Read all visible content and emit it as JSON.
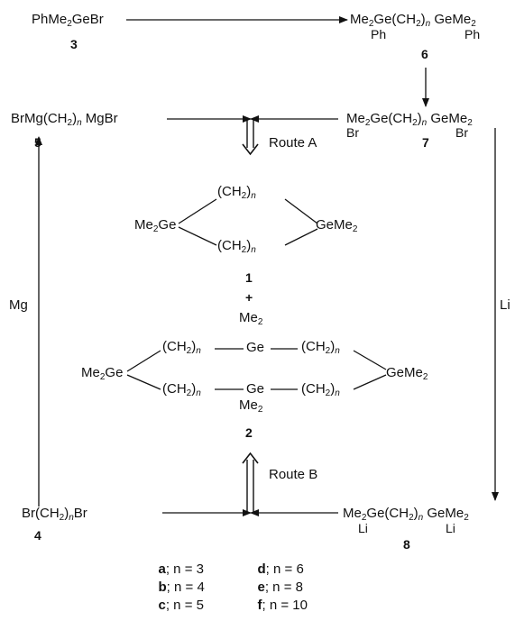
{
  "compounds": {
    "c3": {
      "label": "PhMe₂GeBr",
      "number": "3"
    },
    "c6": {
      "main": "Me₂Ge(CH₂)ₙ GeMe₂",
      "sub_left": "Ph",
      "sub_right": "Ph",
      "number": "6"
    },
    "c5": {
      "label": "BrMg(CH₂)ₙ MgBr",
      "number": "5"
    },
    "c7": {
      "main": "Me₂Ge(CH₂)ₙ GeMe₂",
      "sub_left": "Br",
      "sub_right": "Br",
      "number": "7"
    },
    "c1": {
      "left": "Me₂Ge",
      "right": "GeMe₂",
      "bridge_top": "(CH₂)ₙ",
      "bridge_bottom": "(CH₂)ₙ",
      "number": "1"
    },
    "c2": {
      "left": "Me₂Ge",
      "right": "GeMe₂",
      "ge_top": "Ge",
      "ge_bottom": "Ge",
      "me2_top": "Me₂",
      "me2_bottom": "Me₂",
      "bridge_tl": "(CH₂)ₙ",
      "bridge_tr": "(CH₂)ₙ",
      "bridge_bl": "(CH₂)ₙ",
      "bridge_br": "(CH₂)ₙ",
      "number": "2"
    },
    "c4": {
      "label": "Br(CH₂)ₙBr",
      "number": "4"
    },
    "c8": {
      "main": "Me₂Ge(CH₂)ₙ GeMe₂",
      "sub_left": "Li",
      "sub_right": "Li",
      "number": "8"
    }
  },
  "plus": "+",
  "reagents": {
    "route_a": "Route A",
    "route_b": "Route B",
    "mg": "Mg",
    "li": "Li"
  },
  "key": [
    [
      {
        "letter": "a",
        "value": "; n = 3"
      },
      {
        "letter": "d",
        "value": "; n =  6"
      }
    ],
    [
      {
        "letter": "b",
        "value": "; n = 4"
      },
      {
        "letter": "e",
        "value": "; n =  8"
      }
    ],
    [
      {
        "letter": "c",
        "value": "; n = 5"
      },
      {
        "letter": "f",
        "value": "; n = 10"
      }
    ]
  ]
}
